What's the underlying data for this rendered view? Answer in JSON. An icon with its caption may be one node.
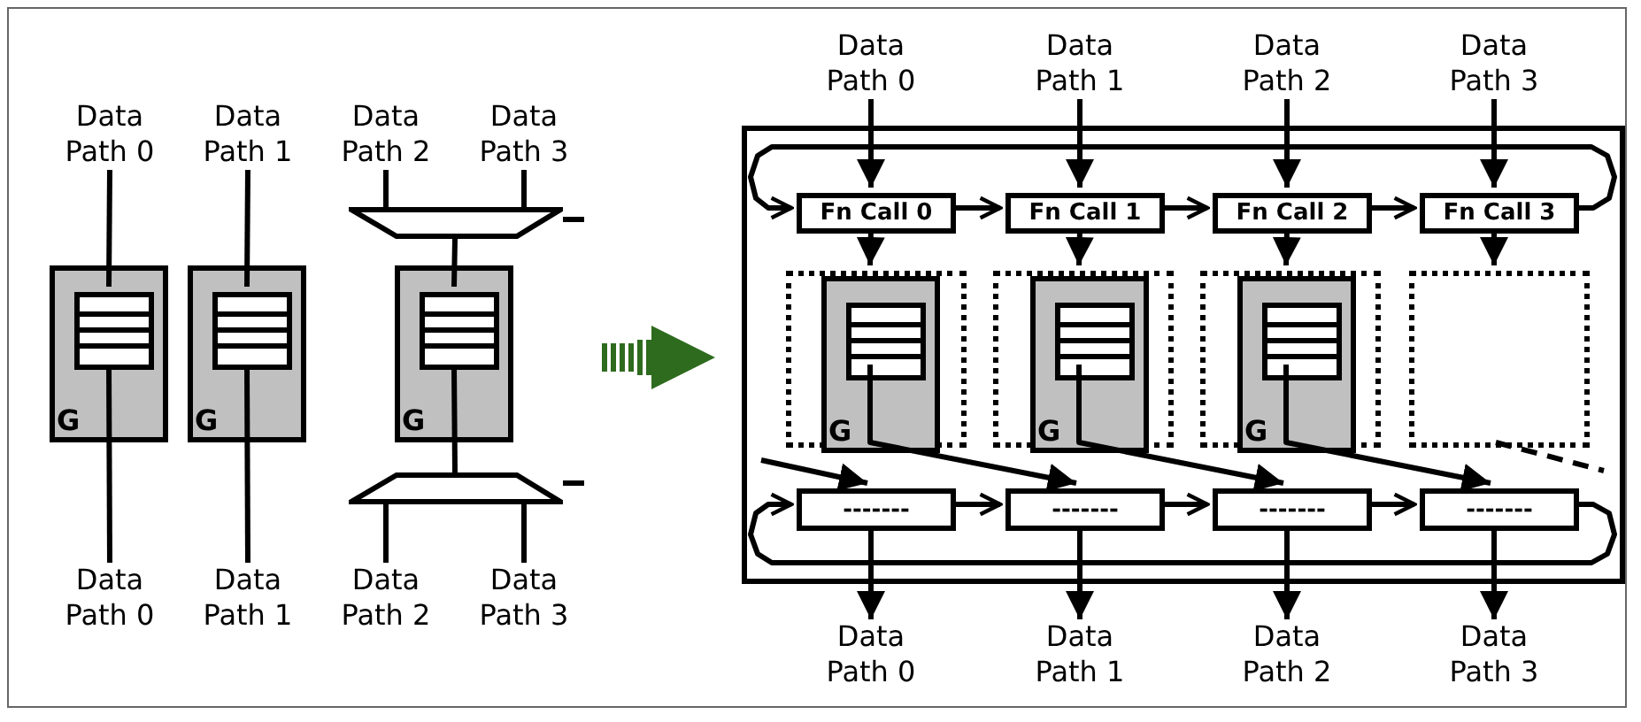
{
  "diagram": {
    "nodes": [
      {
        "text": [
          "Data Path 0"
        ]
      },
      {
        "text": [
          "Data Path 1"
        ]
      },
      {
        "text": [
          "Data Path 2"
        ]
      },
      {
        "text": [
          "Data Path 3"
        ]
      },
      {
        "text": [],
        "shape": "trapezoid"
      },
      {
        "text": [
          "G"
        ]
      },
      {
        "text": [],
        "shape": "box",
        "in": 5
      },
      {
        "text": [
          "G"
        ]
      },
      {
        "text": [],
        "shape": "box",
        "in": 7
      },
      {
        "text": [
          "G"
        ]
      },
      {
        "text": [],
        "shape": "box",
        "in": 9
      },
      {
        "text": [],
        "shape": "trapezoid"
      },
      {
        "text": [
          "Data Path 0"
        ]
      },
      {
        "text": [
          "Data Path 1"
        ]
      },
      {
        "text": [
          "Data Path 2"
        ]
      },
      {
        "text": [
          "Data Path 3"
        ]
      },
      {
        "text": [
          "Data Path 0"
        ]
      },
      {
        "text": [
          "Data Path 1"
        ]
      },
      {
        "text": [
          "Data Path 2"
        ]
      },
      {
        "text": [
          "Data Path 3"
        ]
      },
      {
        "text": [],
        "shape": "box"
      },
      {
        "text": [
          "Fn Call 0"
        ],
        "in": 20
      },
      {
        "text": [
          "Fn Call 1"
        ],
        "in": 20
      },
      {
        "text": [
          "Fn Call 2"
        ],
        "in": 20
      },
      {
        "text": [
          "Fn Call 3"
        ],
        "in": 20
      },
      {
        "text": [],
        "shape": "box",
        "in": 20
      },
      {
        "text": [],
        "shape": "box",
        "in": 20
      },
      {
        "text": [],
        "shape": "box",
        "in": 20
      },
      {
        "text": [],
        "shape": "box",
        "in": 20
      },
      {
        "text": [
          "G"
        ],
        "in": 25
      },
      {
        "text": [],
        "shape": "box",
        "in": 29
      },
      {
        "text": [
          "G"
        ],
        "in": 26
      },
      {
        "text": [],
        "shape": "box",
        "in": 31
      },
      {
        "text": [
          "G"
        ],
        "in": 27
      },
      {
        "text": [],
        "shape": "box",
        "in": 33
      },
      {
        "text": [
          "-------"
        ],
        "in": 20
      },
      {
        "text": [
          "-------"
        ],
        "in": 20
      },
      {
        "text": [
          "-------"
        ],
        "in": 20
      },
      {
        "text": [
          "-------"
        ],
        "in": 20
      },
      {
        "text": [
          "Data Path 0"
        ]
      },
      {
        "text": [
          "Data Path 1"
        ]
      },
      {
        "text": [
          "Data Path 2"
        ]
      },
      {
        "text": [
          "Data Path 3"
        ]
      }
    ],
    "edges": [
      {
        "from": 0,
        "to": 6,
        "arrow": "none"
      },
      {
        "from": 1,
        "to": 8,
        "arrow": "none"
      },
      {
        "from": 2,
        "to": 4,
        "arrow": "none"
      },
      {
        "from": 3,
        "to": 4,
        "arrow": "none"
      },
      {
        "from": 4,
        "to": 10,
        "arrow": "none"
      },
      {
        "from": 4,
        "to": null,
        "arrow": "none"
      },
      {
        "from": 6,
        "to": 12,
        "arrow": "none"
      },
      {
        "from": 8,
        "to": 13,
        "arrow": "none"
      },
      {
        "from": 10,
        "to": 11,
        "arrow": "none"
      },
      {
        "from": 11,
        "to": null,
        "arrow": "none"
      },
      {
        "from": 11,
        "to": 14,
        "arrow": "none"
      },
      {
        "from": 11,
        "to": 15,
        "arrow": "none"
      },
      {
        "from": 16,
        "to": 21,
        "arrow": "to"
      },
      {
        "from": 17,
        "to": 22,
        "arrow": "to"
      },
      {
        "from": 18,
        "to": 23,
        "arrow": "to"
      },
      {
        "from": 19,
        "to": 24,
        "arrow": "to"
      },
      {
        "from": 21,
        "to": 22,
        "arrow": "to"
      },
      {
        "from": 22,
        "to": 23,
        "arrow": "to"
      },
      {
        "from": 23,
        "to": 24,
        "arrow": "to"
      },
      {
        "from": 24,
        "to": 21,
        "arrow": "to"
      },
      {
        "from": 21,
        "to": 29,
        "arrow": "to"
      },
      {
        "from": 22,
        "to": 31,
        "arrow": "to"
      },
      {
        "from": 23,
        "to": 33,
        "arrow": "to"
      },
      {
        "from": 24,
        "to": 28,
        "arrow": "to"
      },
      {
        "from": null,
        "to": 35,
        "arrow": "to"
      },
      {
        "from": 30,
        "to": 36,
        "arrow": "to"
      },
      {
        "from": 32,
        "to": 37,
        "arrow": "to"
      },
      {
        "from": 34,
        "to": 38,
        "arrow": "to"
      },
      {
        "from": 28,
        "to": null,
        "arrow": "none",
        "style": "dashed"
      },
      {
        "from": 35,
        "to": 36,
        "arrow": "to"
      },
      {
        "from": 36,
        "to": 37,
        "arrow": "to"
      },
      {
        "from": 37,
        "to": 38,
        "arrow": "to"
      },
      {
        "from": 38,
        "to": 35,
        "arrow": "to"
      },
      {
        "from": 35,
        "to": 39,
        "arrow": "to"
      },
      {
        "from": 36,
        "to": 40,
        "arrow": "to"
      },
      {
        "from": 37,
        "to": 41,
        "arrow": "to"
      },
      {
        "from": 38,
        "to": 42,
        "arrow": "to"
      }
    ]
  }
}
